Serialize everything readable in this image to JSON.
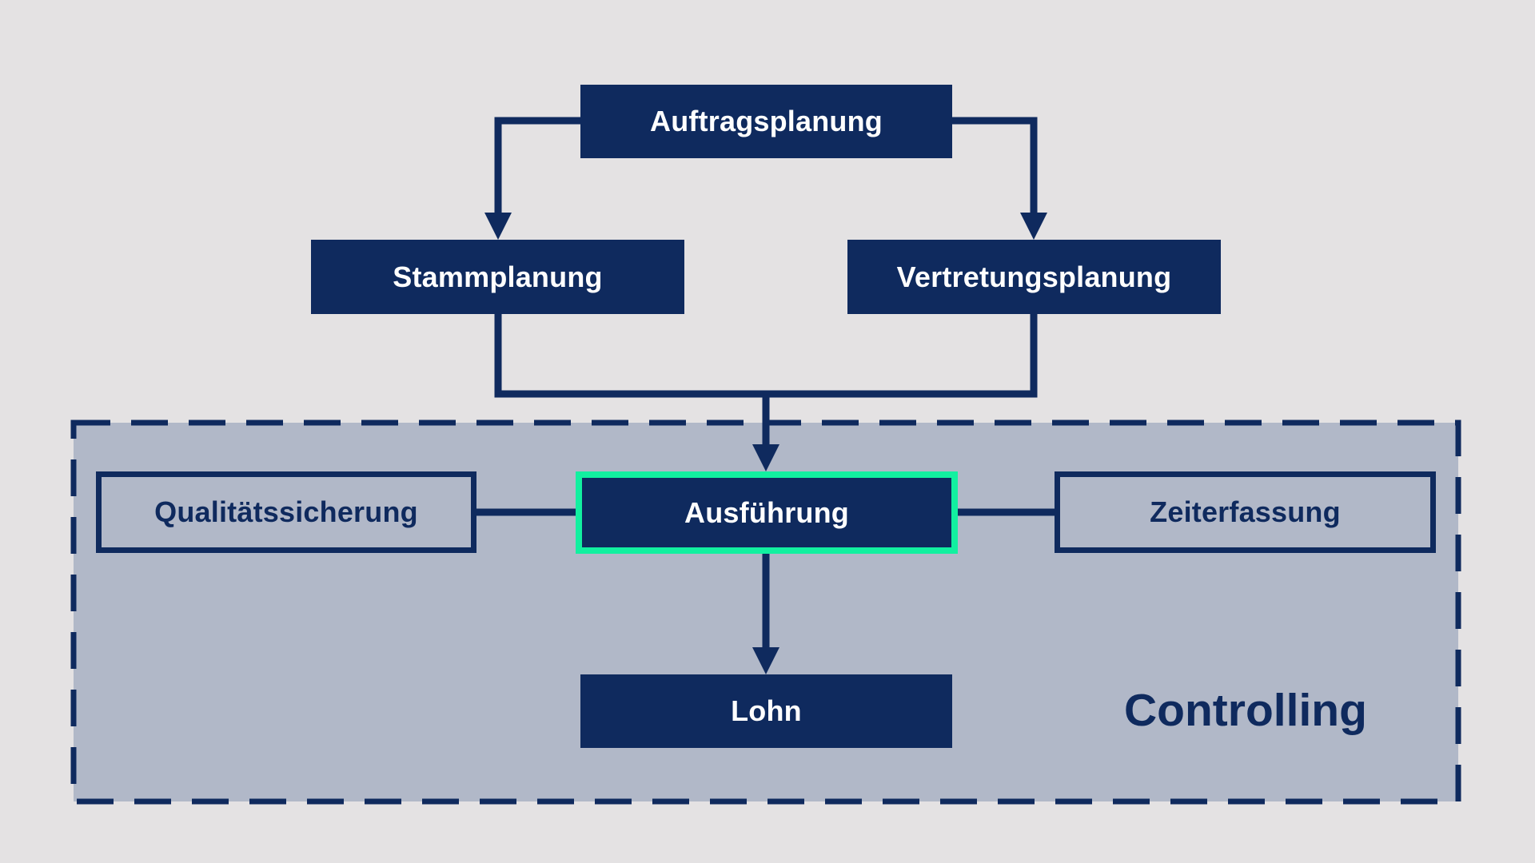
{
  "diagram": {
    "nodes": {
      "auftragsplanung": "Auftragsplanung",
      "stammplanung": "Stammplanung",
      "vertretungsplanung": "Vertretungsplanung",
      "qualitaetssicherung": "Qualitätssicherung",
      "ausfuehrung": "Ausführung",
      "zeiterfassung": "Zeiterfassung",
      "lohn": "Lohn"
    },
    "group_label": "Controlling"
  },
  "colors": {
    "background": "#e4e2e3",
    "navy": "#0f2a5e",
    "group_fill": "#b1b8c8",
    "highlight_border": "#12f0a0"
  }
}
